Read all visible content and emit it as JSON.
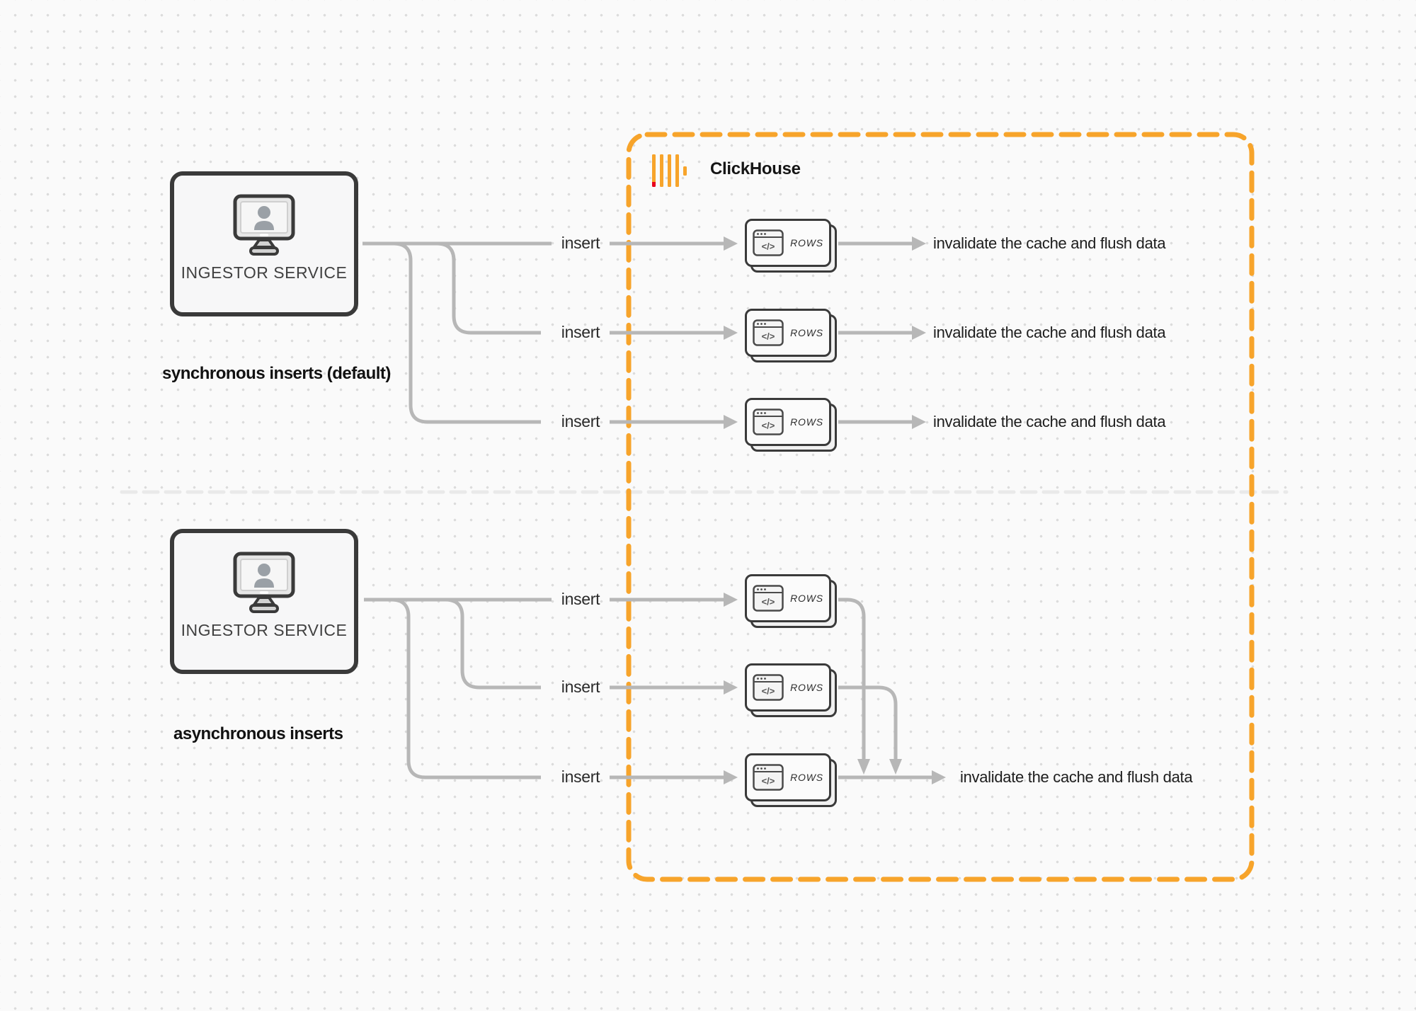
{
  "labels": {
    "insert": "insert",
    "invalidate": "invalidate the cache and flush data",
    "sync_section": "synchronous inserts (default)",
    "async_section": "asynchronous inserts"
  },
  "ingestor": {
    "label": "INGESTOR SERVICE"
  },
  "clickhouse": {
    "title": "ClickHouse",
    "rows_label": "ROWS",
    "code_glyph": "</>"
  },
  "colors": {
    "brand_orange": "#F7A42B",
    "brand_red": "#E8021D",
    "connector_gray": "#b7b7b7",
    "border_dark": "#3a3a3a",
    "divider_gray": "#e9e9e9",
    "background": "#fafafa"
  }
}
